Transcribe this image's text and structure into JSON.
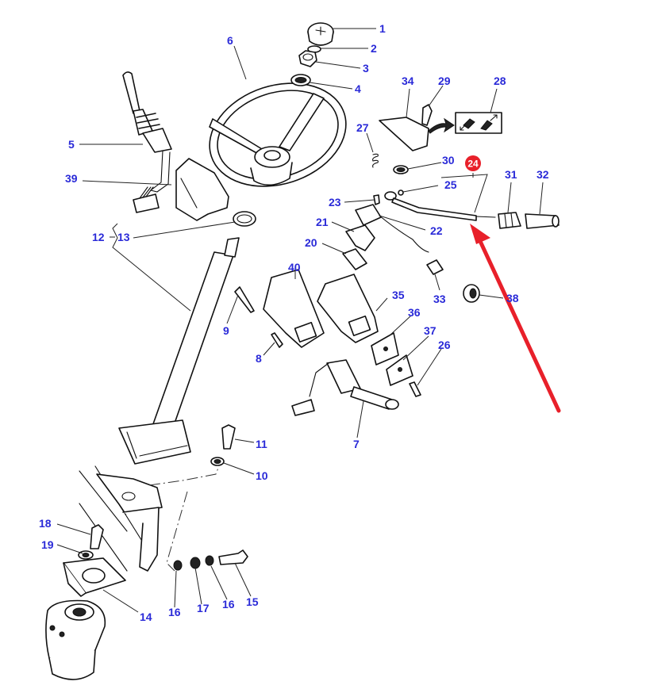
{
  "diagram": {
    "title": "Steering column and control levers — exploded parts view",
    "label_color": "#2a2ad8",
    "highlight_color": "#e8202a",
    "highlighted_part": "24",
    "callouts": {
      "c1": "1",
      "c2": "2",
      "c3": "3",
      "c4": "4",
      "c5": "5",
      "c6": "6",
      "c7": "7",
      "c8": "8",
      "c9": "9",
      "c10": "10",
      "c11": "11",
      "c12": "12",
      "c13": "13",
      "c14": "14",
      "c15": "15",
      "c16a": "16",
      "c16b": "16",
      "c17": "17",
      "c18": "18",
      "c19": "19",
      "c20": "20",
      "c21": "21",
      "c22": "22",
      "c23": "23",
      "c24": "24",
      "c25": "25",
      "c26": "26",
      "c27": "27",
      "c28": "28",
      "c29": "29",
      "c30": "30",
      "c31": "31",
      "c32": "32",
      "c33": "33",
      "c34": "34",
      "c35": "35",
      "c36": "36",
      "c37": "37",
      "c38": "38",
      "c39": "39",
      "c40": "40"
    },
    "decal_icons": [
      "tractor-forward-icon",
      "tractor-reverse-icon"
    ],
    "pointer": "red-arrow pointing to part 24 (lever)"
  }
}
